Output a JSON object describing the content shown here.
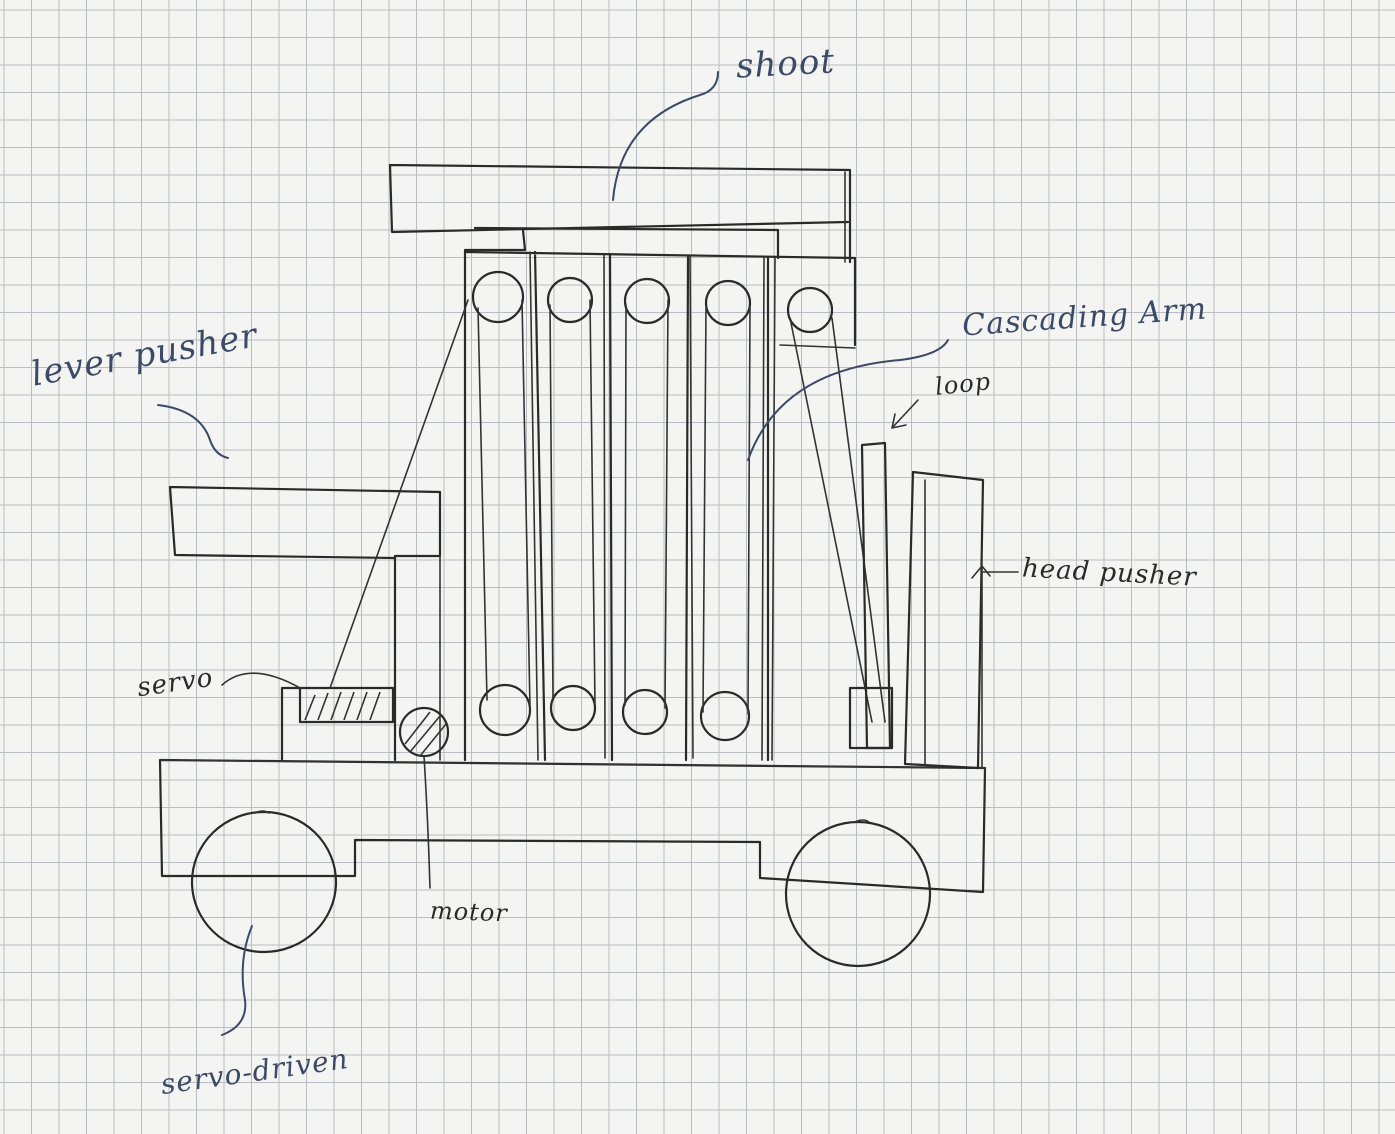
{
  "labels": {
    "shoot": "shoot",
    "lever_pusher": "lever pusher",
    "cascading_arm": "Cascading Arm",
    "loop": "loop",
    "head_pusher": "head pusher",
    "servo": "servo",
    "motor": "motor",
    "servo_driven": "servo-driven"
  },
  "colors": {
    "grid": "#b9bcc2",
    "ink": "#2a2a2a",
    "ink_blue": "#3b4a66",
    "paper": "#f4f4f2"
  }
}
